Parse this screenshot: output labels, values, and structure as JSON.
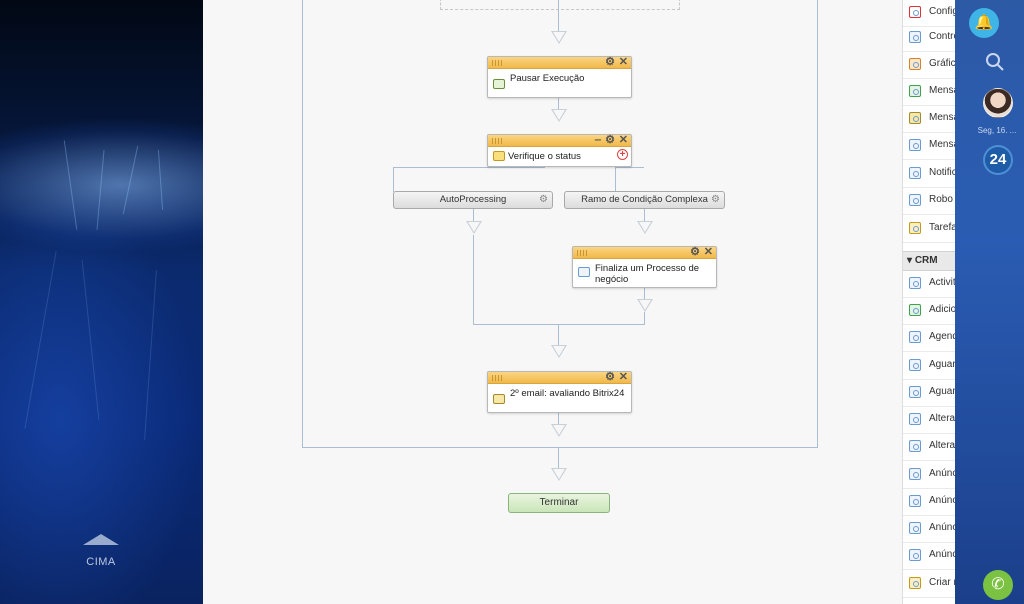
{
  "left_panel": {
    "scroll_up_label": "CIMA"
  },
  "workflow": {
    "blocks": {
      "pause": "Pausar Execução",
      "check_status": "Verifique o status",
      "finalize": "Finaliza um Processo de negócio",
      "email": "2º email: avaliando Bitrix24"
    },
    "branches": {
      "auto": "AutoProcessing",
      "complex": "Ramo de Condição Complexa"
    },
    "terminate": "Terminar"
  },
  "activity_panel": {
    "items_top": [
      "Configu",
      "Contro",
      "Gráfic",
      "Mensa",
      "Mensa",
      "Mensa",
      "Notific",
      "Robo",
      "Tarefa"
    ],
    "section_crm": "CRM",
    "items_crm": [
      "Activit",
      "Adicio",
      "Agend",
      "Aguar",
      "Aguar",
      "Altera",
      "Altera",
      "Anúnc",
      "Anúnc",
      "Anúnc",
      "Anúnc",
      "Criar n"
    ]
  },
  "sidebar": {
    "date": "Seg, 16. ...",
    "logo_text": "24"
  }
}
